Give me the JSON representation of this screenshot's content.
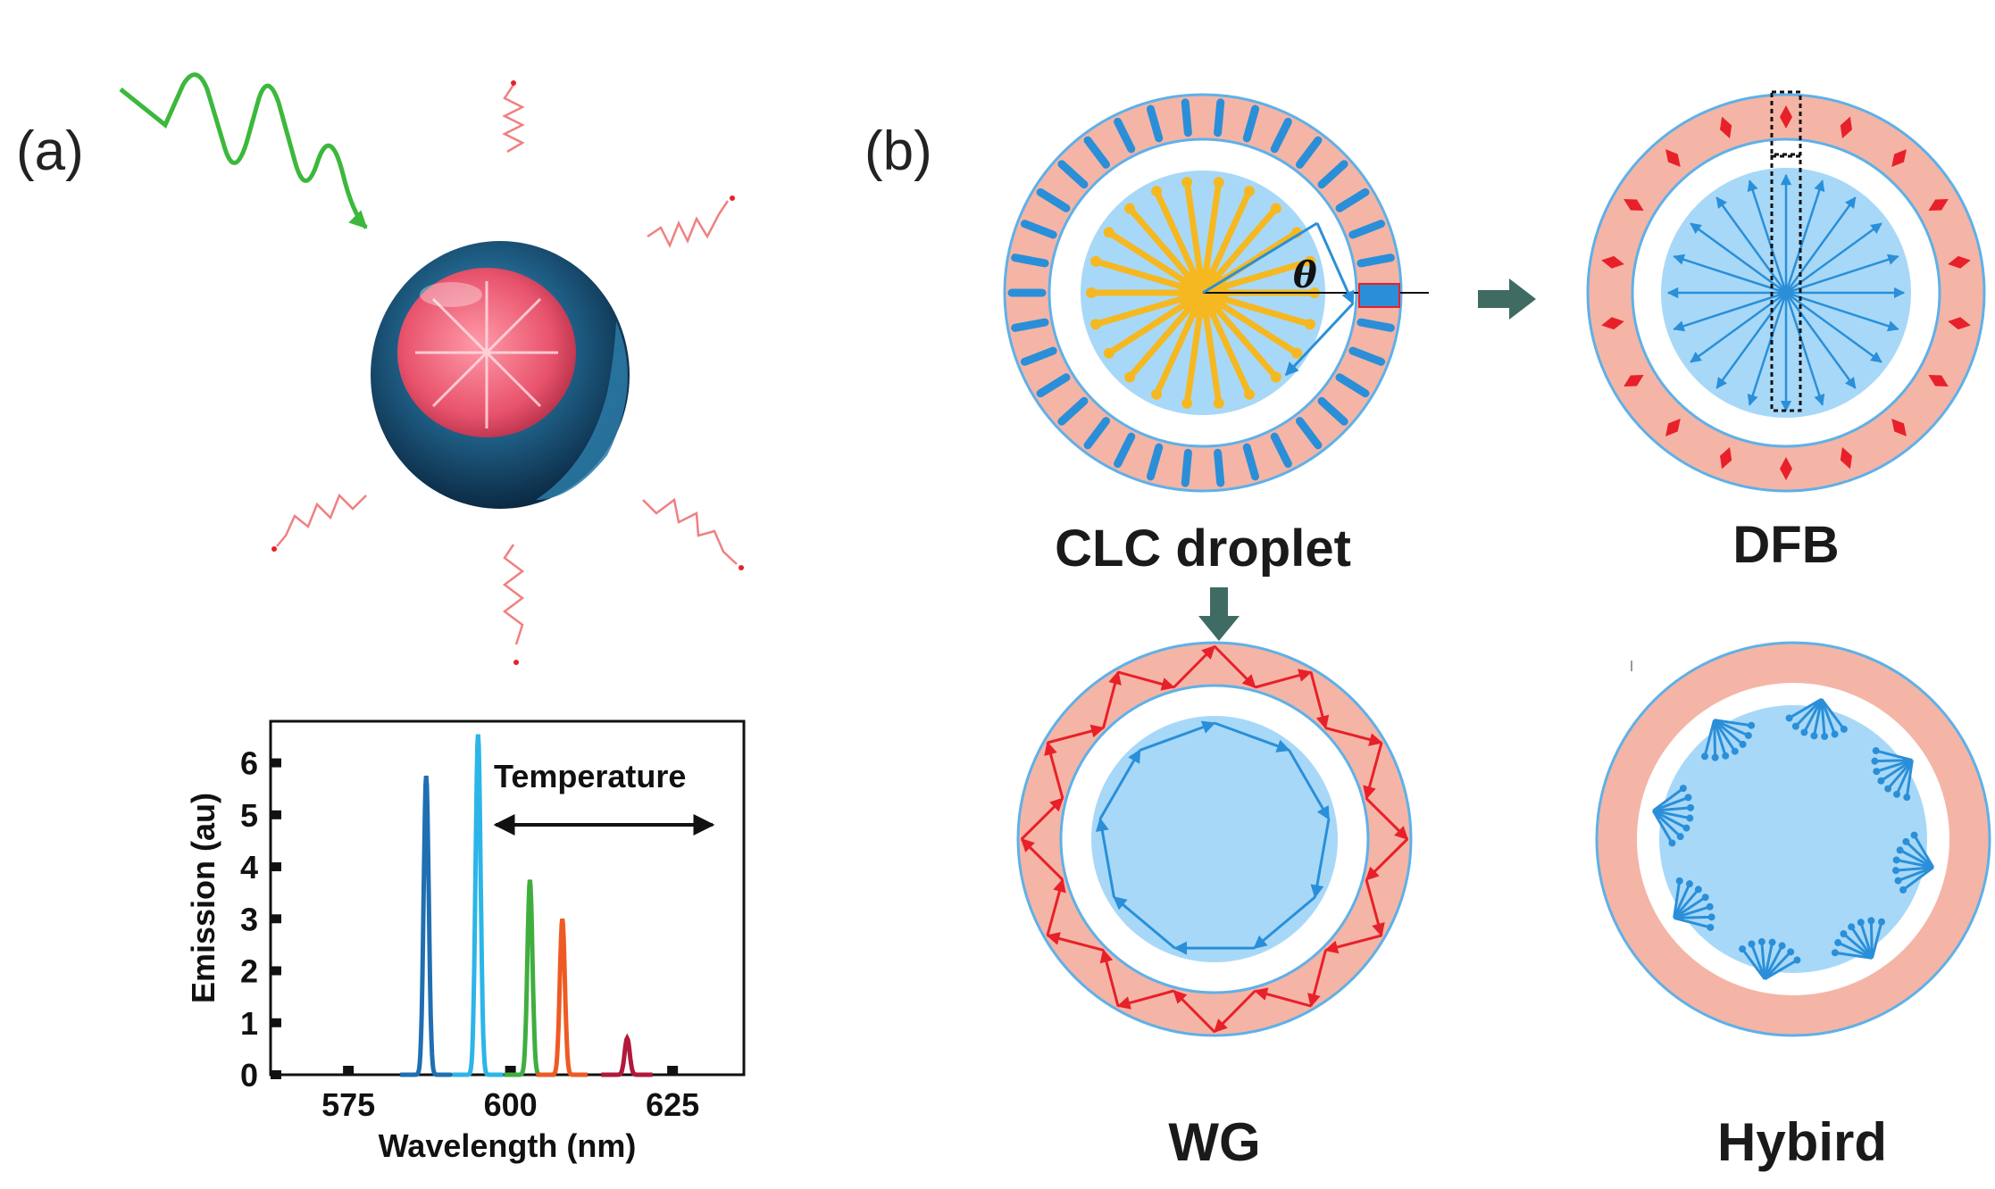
{
  "panel_a": {
    "label": "(a)",
    "chart_data": {
      "type": "line",
      "xlabel": "Wavelength (nm)",
      "ylabel": "Emission (au)",
      "xlim": [
        563,
        636
      ],
      "ylim": [
        0,
        6.8
      ],
      "x_ticks": [
        "575",
        "600",
        "625"
      ],
      "y_ticks": [
        "0",
        "1",
        "2",
        "3",
        "4",
        "5",
        "6"
      ],
      "annotation": "Temperature",
      "series": [
        {
          "color": "#1f6fb2",
          "peak_x": 587,
          "peak_y": 5.75
        },
        {
          "color": "#2cb5e8",
          "peak_x": 595,
          "peak_y": 6.55
        },
        {
          "color": "#3fae3f",
          "peak_x": 603,
          "peak_y": 3.75
        },
        {
          "color": "#ee5a24",
          "peak_x": 608,
          "peak_y": 3.0
        },
        {
          "color": "#b0193c",
          "peak_x": 618,
          "peak_y": 0.7
        }
      ]
    }
  },
  "panel_b": {
    "label": "(b)",
    "theta": "θ",
    "captions": {
      "clc": "CLC droplet",
      "dfb": "DFB",
      "wg": "WG",
      "hybrid": "Hybird"
    }
  },
  "colors": {
    "shell": "#f4b5a6",
    "core": "#a8d8f8",
    "blue": "#2a8fd8",
    "red": "#e8202a",
    "yellow": "#f5b820",
    "arrow": "#3f6b63",
    "green": "#3cb83c"
  }
}
